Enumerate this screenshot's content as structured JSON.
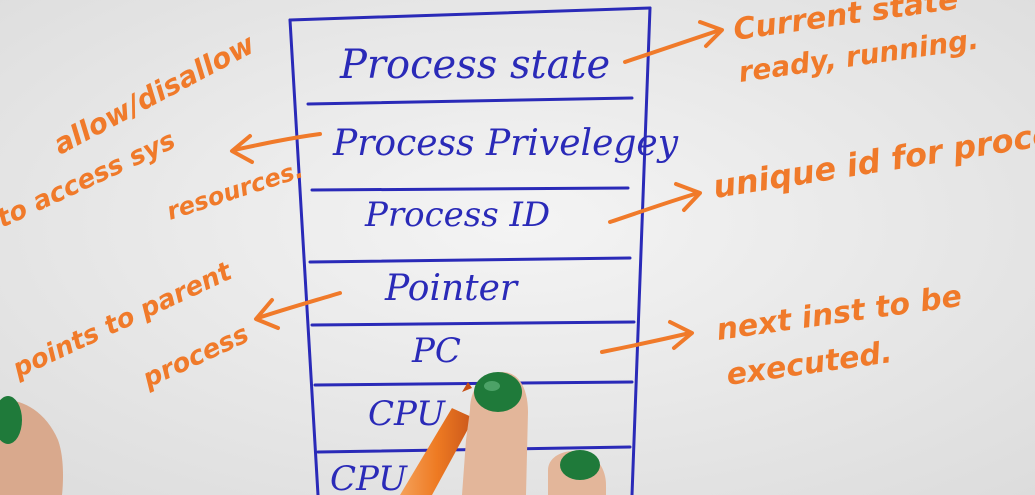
{
  "pcb": {
    "fields": [
      {
        "label": "Process state"
      },
      {
        "label": "Process Privelegey"
      },
      {
        "label": "Process ID"
      },
      {
        "label": "Pointer"
      },
      {
        "label": "PC"
      },
      {
        "label": "CPU"
      },
      {
        "label": "CPU"
      }
    ]
  },
  "annotations": {
    "current_state_line1": "Current state",
    "current_state_line2": "ready, running.",
    "privileges_line1": "allow/disallow",
    "privileges_line2": "to access sys",
    "privileges_line3": "resources.",
    "unique_id": "unique id for process",
    "pointer_line1": "points to parent",
    "pointer_line2": "process",
    "pc_line1": "next inst to be",
    "pc_line2": "executed."
  },
  "colors": {
    "ink_blue": "#2a2ab8",
    "ink_orange": "#f07a2a",
    "paper": "#ececec",
    "nail_green": "#1f7a3a",
    "skin": "#e3b69a",
    "marker": "#f07a2a"
  }
}
